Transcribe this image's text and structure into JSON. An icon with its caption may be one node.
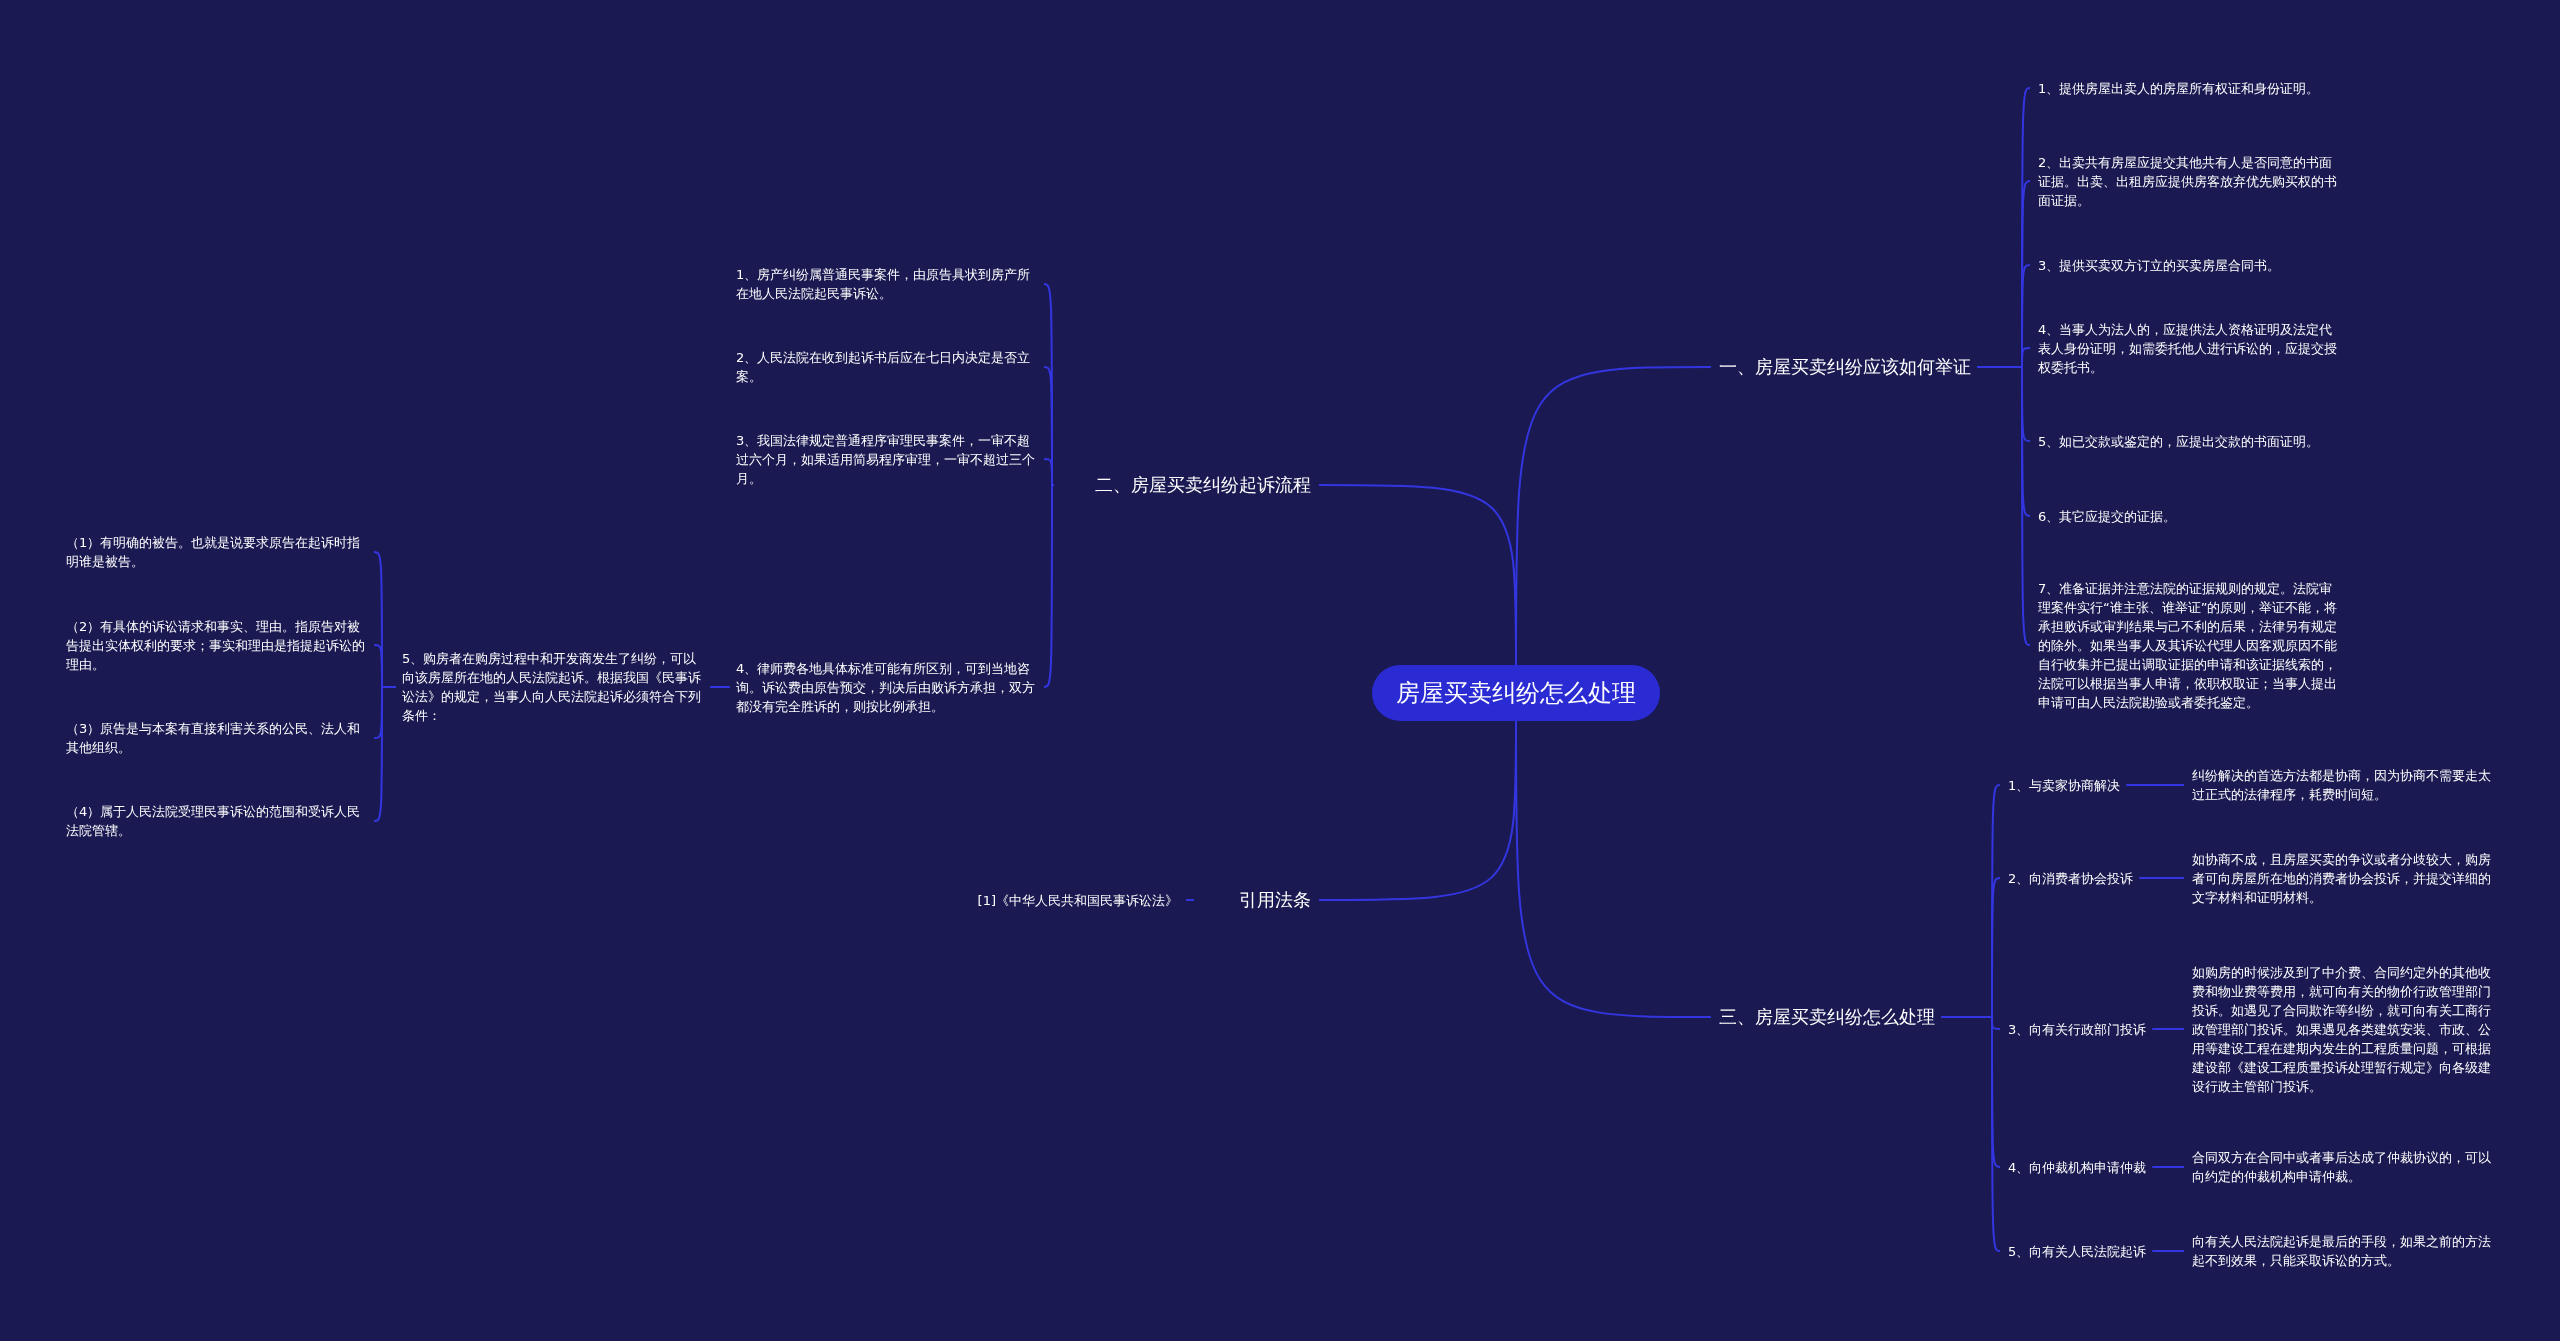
{
  "diagram": {
    "nodes": [
      {
        "text": [
          "房屋买卖纠纷怎么处理"
        ]
      },
      {
        "text": [
          "一、房屋买卖纠纷应该如何举证"
        ]
      },
      {
        "text": [
          "1、提供房屋出卖人的房屋所有权证和身份证明。"
        ]
      },
      {
        "text": [
          "2、出卖共有房屋应提交其他共有人是否同意的书面证据。出卖、出租房应提供房客放弃优先购买权的书面证据。"
        ]
      },
      {
        "text": [
          "3、提供买卖双方订立的买卖房屋合同书。"
        ]
      },
      {
        "text": [
          "4、当事人为法人的，应提供法人资格证明及法定代表人身份证明，如需委托他人进行诉讼的，应提交授权委托书。"
        ]
      },
      {
        "text": [
          "5、如已交款或鉴定的，应提出交款的书面证明。"
        ]
      },
      {
        "text": [
          "6、其它应提交的证据。"
        ]
      },
      {
        "text": [
          "7、准备证据并注意法院的证据规则的规定。法院审理案件实行“谁主张、谁举证”的原则，举证不能，将承担败诉或审判结果与己不利的后果，法律另有规定的除外。如果当事人及其诉讼代理人因客观原因不能自行收集并已提出调取证据的申请和该证据线索的，法院可以根据当事人申请，依职权取证；当事人提出申请可由人民法院勘验或者委托鉴定。"
        ]
      },
      {
        "text": [
          "二、房屋买卖纠纷起诉流程"
        ]
      },
      {
        "text": [
          "1、房产纠纷属普通民事案件，由原告具状到房产所在地人民法院起民事诉讼。"
        ]
      },
      {
        "text": [
          "2、人民法院在收到起诉书后应在七日内决定是否立案。"
        ]
      },
      {
        "text": [
          "3、我国法律规定普通程序审理民事案件，一审不超过六个月，如果适用简易程序审理，一审不超过三个月。"
        ]
      },
      {
        "text": [
          "4、律师费各地具体标准可能有所区别，可到当地咨询。诉讼费由原告预交，判决后由败诉方承担，双方都没有完全胜诉的，则按比例承担。"
        ]
      },
      {
        "text": [
          "5、购房者在购房过程中和开发商发生了纠纷，可以向该房屋所在地的人民法院起诉。根据我国《民事诉讼法》的规定，当事人向人民法院起诉必须符合下列条件："
        ]
      },
      {
        "text": [
          "（1）有明确的被告。也就是说要求原告在起诉时指明谁是被告。"
        ]
      },
      {
        "text": [
          "（2）有具体的诉讼请求和事实、理由。指原告对被告提出实体权利的要求；事实和理由是指提起诉讼的理由。"
        ]
      },
      {
        "text": [
          "（3）原告是与本案有直接利害关系的公民、法人和其他组织。"
        ]
      },
      {
        "text": [
          "（4）属于人民法院受理民事诉讼的范围和受诉人民法院管辖。"
        ]
      },
      {
        "text": [
          "引用法条"
        ]
      },
      {
        "text": [
          "[1]《中华人民共和国民事诉讼法》"
        ]
      },
      {
        "text": [
          "三、房屋买卖纠纷怎么处理"
        ]
      },
      {
        "text": [
          "1、与卖家协商解决"
        ]
      },
      {
        "text": [
          "2、向消费者协会投诉"
        ]
      },
      {
        "text": [
          "3、向有关行政部门投诉"
        ]
      },
      {
        "text": [
          "4、向仲裁机构申请仲裁"
        ]
      },
      {
        "text": [
          "5、向有关人民法院起诉"
        ]
      },
      {
        "text": [
          "纠纷解决的首选方法都是协商，因为协商不需要走太过正式的法律程序，耗费时间短。"
        ]
      },
      {
        "text": [
          "如协商不成，且房屋买卖的争议或者分歧较大，购房者可向房屋所在地的消费者协会投诉，并提交详细的文字材料和证明材料。"
        ]
      },
      {
        "text": [
          "如购房的时候涉及到了中介费、合同约定外的其他收费和物业费等费用，就可向有关的物价行政管理部门投诉。如遇见了合同欺诈等纠纷，就可向有关工商行政管理部门投诉。如果遇见各类建筑安装、市政、公用等建设工程在建期内发生的工程质量问题，可根据建设部《建设工程质量投诉处理暂行规定》向各级建设行政主管部门投诉。"
        ]
      },
      {
        "text": [
          "合同双方在合同中或者事后达成了仲裁协议的，可以向约定的仲裁机构申请仲裁。"
        ]
      },
      {
        "text": [
          "向有关人民法院起诉是最后的手段，如果之前的方法起不到效果，只能采取诉讼的方式。"
        ]
      }
    ],
    "edges": [
      {
        "from": 0,
        "to": 1,
        "arrow": "none"
      },
      {
        "from": 0,
        "to": 9,
        "arrow": "none"
      },
      {
        "from": 0,
        "to": 19,
        "arrow": "none"
      },
      {
        "from": 0,
        "to": 21,
        "arrow": "none"
      },
      {
        "from": 1,
        "to": 2,
        "arrow": "none"
      },
      {
        "from": 1,
        "to": 3,
        "arrow": "none"
      },
      {
        "from": 1,
        "to": 4,
        "arrow": "none"
      },
      {
        "from": 1,
        "to": 5,
        "arrow": "none"
      },
      {
        "from": 1,
        "to": 6,
        "arrow": "none"
      },
      {
        "from": 1,
        "to": 7,
        "arrow": "none"
      },
      {
        "from": 1,
        "to": 8,
        "arrow": "none"
      },
      {
        "from": 9,
        "to": 10,
        "arrow": "none"
      },
      {
        "from": 9,
        "to": 11,
        "arrow": "none"
      },
      {
        "from": 9,
        "to": 12,
        "arrow": "none"
      },
      {
        "from": 9,
        "to": 13,
        "arrow": "none"
      },
      {
        "from": 13,
        "to": 14,
        "arrow": "none"
      },
      {
        "from": 14,
        "to": 15,
        "arrow": "none"
      },
      {
        "from": 14,
        "to": 16,
        "arrow": "none"
      },
      {
        "from": 14,
        "to": 17,
        "arrow": "none"
      },
      {
        "from": 14,
        "to": 18,
        "arrow": "none"
      },
      {
        "from": 19,
        "to": 20,
        "arrow": "none"
      },
      {
        "from": 21,
        "to": 22,
        "arrow": "none"
      },
      {
        "from": 21,
        "to": 23,
        "arrow": "none"
      },
      {
        "from": 21,
        "to": 24,
        "arrow": "none"
      },
      {
        "from": 21,
        "to": 25,
        "arrow": "none"
      },
      {
        "from": 21,
        "to": 26,
        "arrow": "none"
      },
      {
        "from": 22,
        "to": 27,
        "arrow": "none"
      },
      {
        "from": 23,
        "to": 28,
        "arrow": "none"
      },
      {
        "from": 24,
        "to": 29,
        "arrow": "none"
      },
      {
        "from": 25,
        "to": 30,
        "arrow": "none"
      },
      {
        "from": 26,
        "to": 31,
        "arrow": "none"
      }
    ]
  }
}
